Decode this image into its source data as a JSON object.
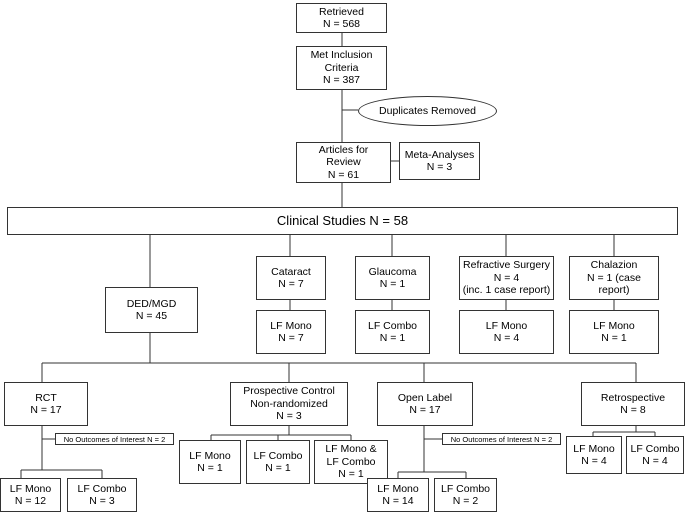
{
  "nodes": {
    "retrieved": [
      "Retrieved",
      "N = 568"
    ],
    "inclusion": [
      "Met Inclusion",
      "Criteria",
      "N = 387"
    ],
    "duplicates": [
      "Duplicates Removed"
    ],
    "articles": [
      "Articles for",
      "Review",
      "N = 61"
    ],
    "meta": [
      "Meta-Analyses",
      "N = 3"
    ],
    "clinical": [
      "Clinical Studies N = 58"
    ],
    "cataract": [
      "Cataract",
      "N = 7"
    ],
    "glaucoma": [
      "Glaucoma",
      "N = 1"
    ],
    "refractive": [
      "Refractive Surgery",
      "N = 4",
      "(inc. 1 case report)"
    ],
    "chalazion": [
      "Chalazion",
      "N = 1 (case",
      "report)"
    ],
    "cataract_lf": [
      "LF Mono",
      "N = 7"
    ],
    "glaucoma_lf": [
      "LF Combo",
      "N = 1"
    ],
    "refractive_lf": [
      "LF Mono",
      "N = 4"
    ],
    "chalazion_lf": [
      "LF Mono",
      "N = 1"
    ],
    "ded": [
      "DED/MGD",
      "N = 45"
    ],
    "rct": [
      "RCT",
      "N = 17"
    ],
    "prospective": [
      "Prospective Control",
      "Non-randomized",
      "N = 3"
    ],
    "openlabel": [
      "Open Label",
      "N = 17"
    ],
    "retro": [
      "Retrospective",
      "N = 8"
    ],
    "rct_noout": [
      "No Outcomes of Interest N = 2"
    ],
    "ol_noout": [
      "No Outcomes of Interest N = 2"
    ],
    "rct_mono": [
      "LF Mono",
      "N = 12"
    ],
    "rct_combo": [
      "LF Combo",
      "N = 3"
    ],
    "pc_mono": [
      "LF Mono",
      "N = 1"
    ],
    "pc_combo": [
      "LF Combo",
      "N = 1"
    ],
    "pc_both": [
      "LF Mono &",
      "LF Combo",
      "N = 1"
    ],
    "ol_mono": [
      "LF Mono",
      "N = 14"
    ],
    "ol_combo": [
      "LF Combo",
      "N = 2"
    ],
    "retro_mono": [
      "LF Mono",
      "N = 4"
    ],
    "retro_combo": [
      "LF Combo",
      "N = 4"
    ]
  }
}
